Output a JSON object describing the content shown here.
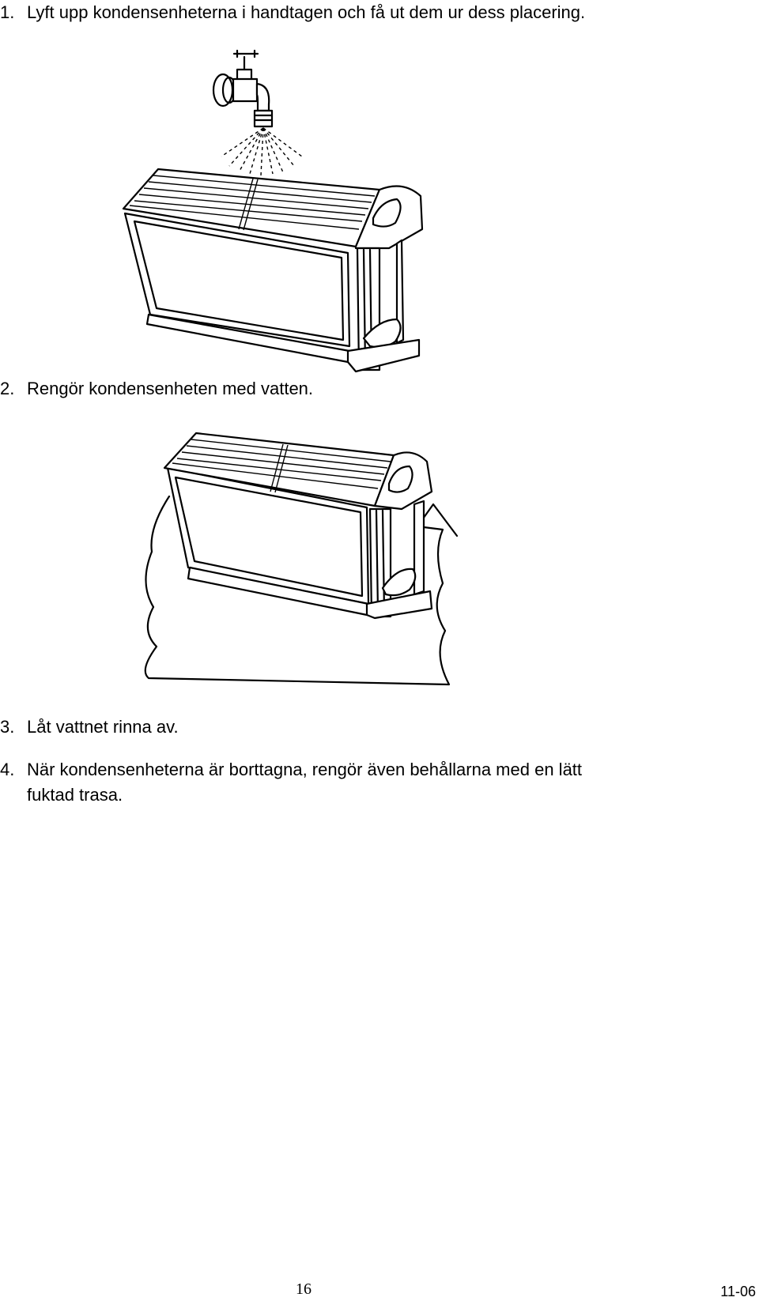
{
  "steps": [
    {
      "number": "1.",
      "text": "Lyft upp kondensenheterna i handtagen och få ut dem ur dess placering."
    },
    {
      "number": "2.",
      "text": "Rengör kondensenheten med vatten."
    },
    {
      "number": "3.",
      "text": "Låt vattnet rinna av."
    },
    {
      "number": "4.",
      "text_line1": "När kondensenheterna är borttagna, rengör även behållarna med en lätt",
      "text_line2": "fuktad trasa."
    }
  ],
  "illustrations": {
    "washing": "condenser-under-tap-icon",
    "draining": "condenser-draining-icon"
  },
  "footer": {
    "page_number": "16",
    "date": "11-06"
  }
}
